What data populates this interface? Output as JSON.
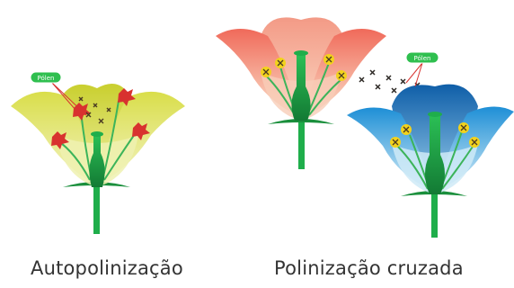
{
  "captions": {
    "self_pollination": "Autopolinização",
    "cross_pollination": "Polinização cruzada"
  },
  "tags": {
    "pollen_left": "Pólen",
    "pollen_right": "Pólen"
  },
  "colors": {
    "yellow_petal": "#e6ea8c",
    "red_petal": "#ef6a58",
    "blue_petal": "#2fa6e0",
    "stem_green": "#1fae4b",
    "tag_green": "#2fbf4f",
    "pollen_red": "#d8322f",
    "pollen_yellow": "#f2d21c",
    "caption_text": "#333333"
  },
  "icons": {
    "pollen_grain": "x-cross-icon"
  }
}
